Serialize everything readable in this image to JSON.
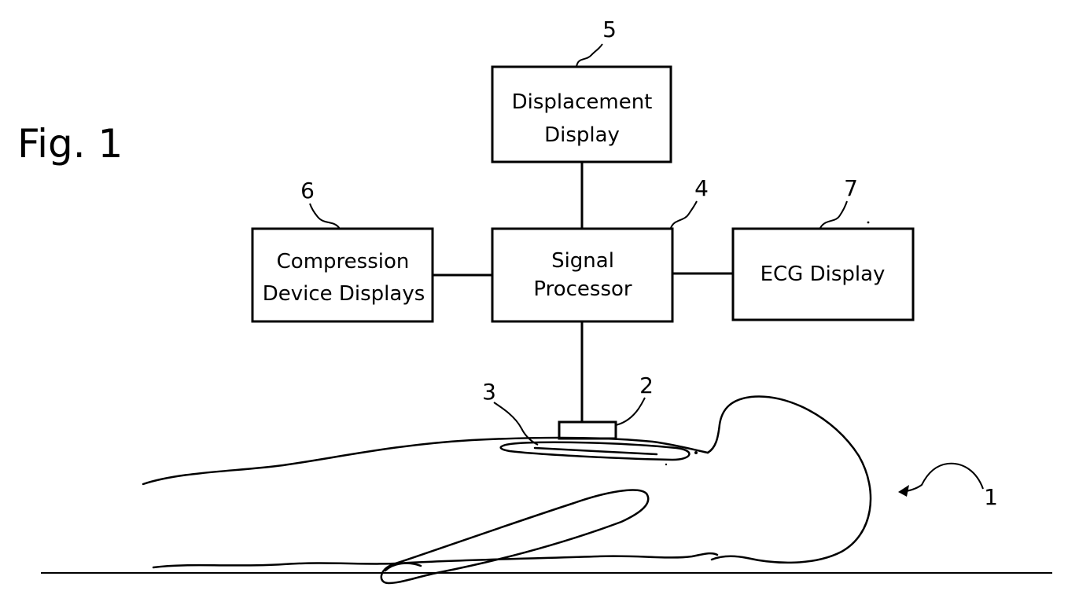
{
  "figure_label": "Fig. 1",
  "blocks": {
    "displacement_display": {
      "line1": "Displacement",
      "line2": "Display",
      "ref": "5"
    },
    "signal_processor": {
      "line1": "Signal",
      "line2": "Processor",
      "ref": "4"
    },
    "compression_device_displays": {
      "line1": "Compression",
      "line2": "Device Displays",
      "ref": "6"
    },
    "ecg_display": {
      "line1": "ECG Display",
      "ref": "7"
    }
  },
  "parts": {
    "sensor_ref": "2",
    "compression_device_ref": "3",
    "patient_ref": "1"
  }
}
